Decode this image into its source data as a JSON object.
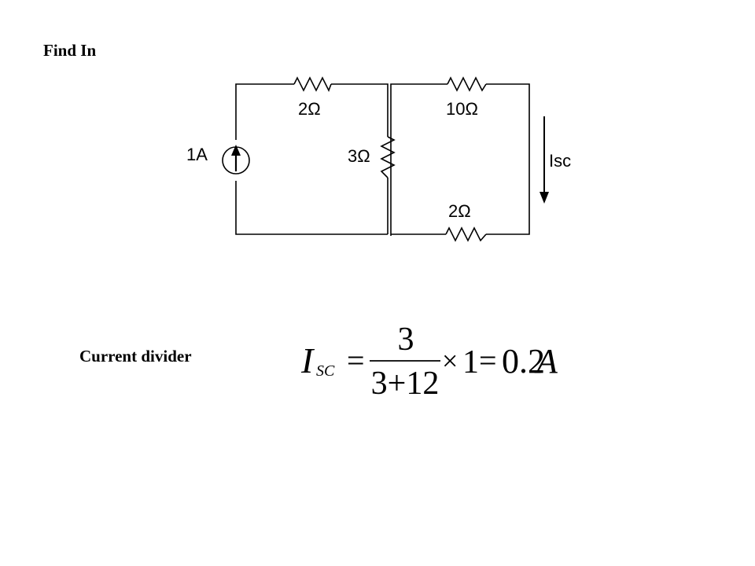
{
  "title": "Find In",
  "circuit": {
    "source_label": "1A",
    "resistor_top_left": "2Ω",
    "resistor_middle": "3Ω",
    "resistor_top_right": "10Ω",
    "resistor_bottom_right": "2Ω",
    "current_label": "Isc"
  },
  "method": {
    "label": "Current divider"
  },
  "equation": {
    "lhs_symbol": "I",
    "lhs_subscript": "SC",
    "equals_1": "=",
    "numerator": "3",
    "denominator": "3+12",
    "times": "×",
    "multiplier": "1",
    "equals_2": "=",
    "result_value": "0.2",
    "result_unit": "A"
  },
  "colors": {
    "ink": "#000000",
    "background": "#ffffff"
  }
}
